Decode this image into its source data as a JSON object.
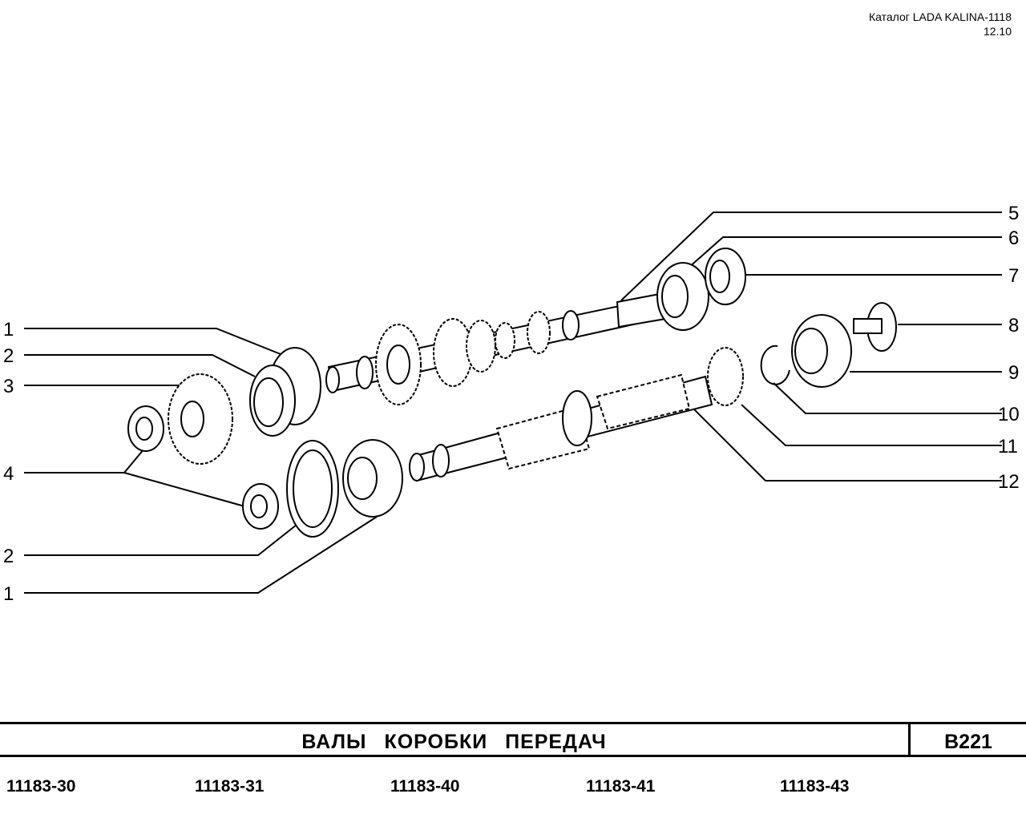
{
  "header": {
    "catalog": "Каталог LADA KALINA-1118",
    "date": "12.10"
  },
  "callouts": {
    "left": [
      "1",
      "2",
      "3",
      "4",
      "2",
      "1"
    ],
    "right": [
      "5",
      "6",
      "7",
      "8",
      "9",
      "10",
      "11",
      "12"
    ]
  },
  "title": "ВАЛЫ КОРОБКИ ПЕРЕДАЧ",
  "sheet_code": "B221",
  "models": [
    "11183-30",
    "11183-31",
    "11183-40",
    "11183-41",
    "11183-43"
  ]
}
